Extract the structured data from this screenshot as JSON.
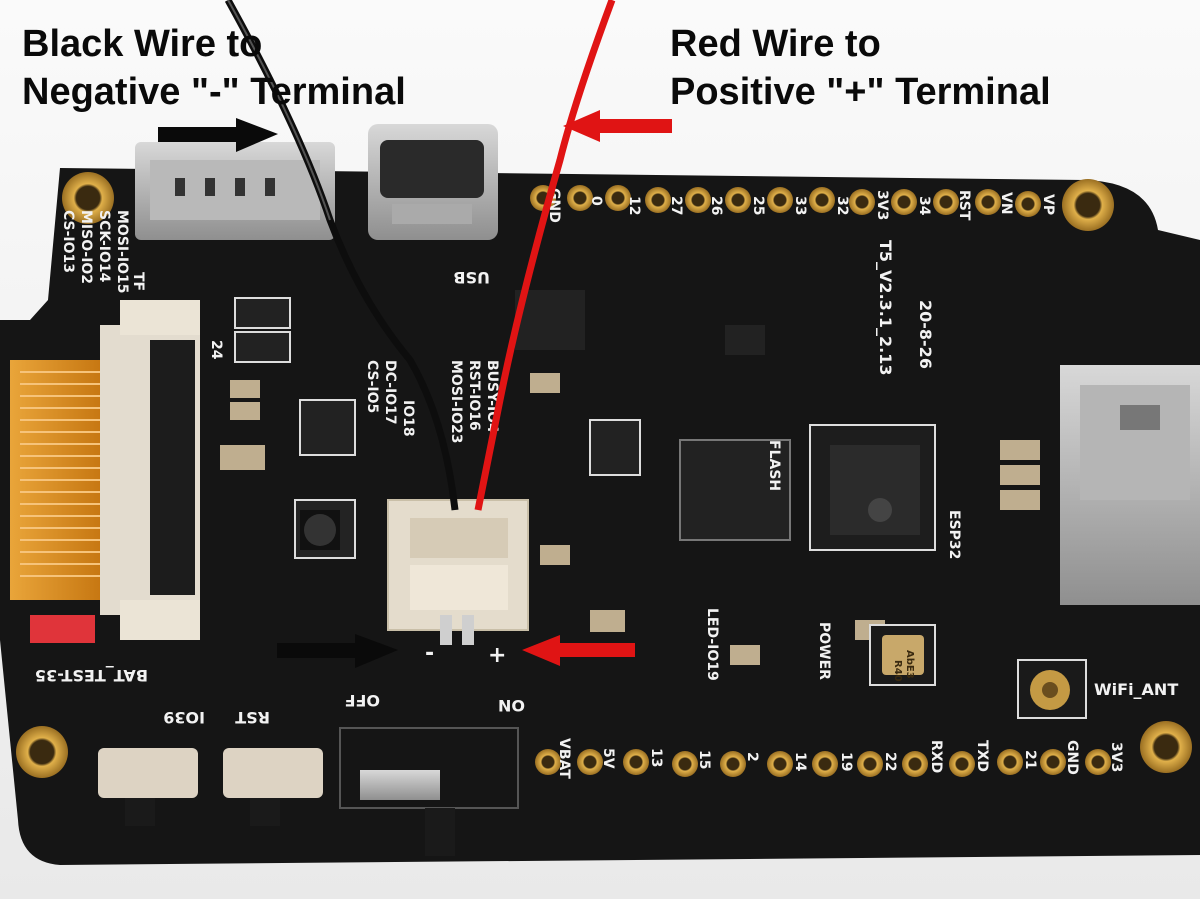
{
  "annotations": {
    "black_wire_label": [
      "Black Wire to",
      "Negative \"-\" Terminal"
    ],
    "red_wire_label": [
      "Red Wire to",
      "Positive \"+\" Terminal"
    ]
  },
  "board": {
    "colors": {
      "pcb": "#141414",
      "silkscreen": "#f2f2f2",
      "gold_pad": "#c99a3a",
      "red_wire": "#e01414",
      "black_wire": "#111111",
      "flex_cable": "#d98a1a",
      "connector": "#e6dcc9"
    },
    "top_header_pins": [
      "GND",
      "0",
      "12",
      "27",
      "26",
      "25",
      "33",
      "32",
      "3V3",
      "34",
      "RST",
      "VN",
      "VP"
    ],
    "bottom_header_pins": [
      "VBAT",
      "5V",
      "13",
      "15",
      "2",
      "14",
      "19",
      "22",
      "RXD",
      "TXD",
      "21",
      "GND",
      "3V3"
    ],
    "tf_labels": [
      "TF",
      "MOSI-IO15",
      "SCK-IO14",
      "MISO-IO2",
      "CS-IO13"
    ],
    "spi_labels": [
      "BUSY-IO4",
      "RST-IO16",
      "MOSI-IO23",
      "DC-IO17",
      "CS-IO5",
      "IO18"
    ],
    "usb_label": "USB",
    "board_version": "T5_V2.3.1_2.13",
    "board_date": "20-8-26",
    "connector_minus": "-",
    "connector_plus": "+",
    "bat_test_label": "BAT_TEST-35",
    "button_labels": [
      "IO39",
      "RST"
    ],
    "switch_labels": [
      "OFF",
      "ON"
    ],
    "led_labels": [
      "LED-IO19",
      "POWER"
    ],
    "esp_label": "ESP32",
    "wifi_label": "WiFi_ANT",
    "flash_label": "FLASH",
    "fpc_pin_label": "24",
    "crystal_text": [
      "R40",
      "AbE3"
    ]
  }
}
